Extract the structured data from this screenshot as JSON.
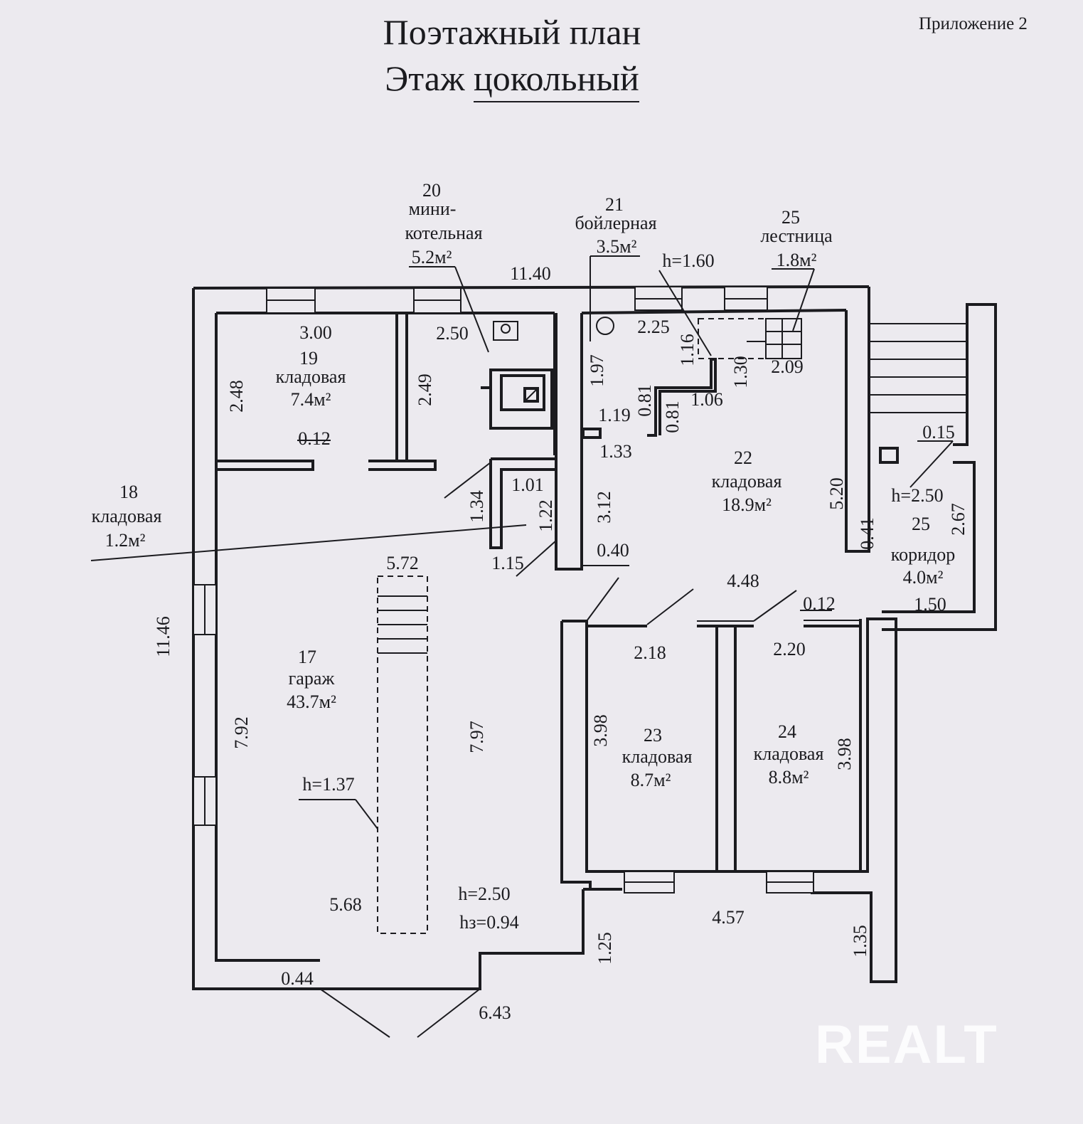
{
  "header": {
    "title_line1": "Поэтажный план",
    "title_line2_prefix": "Этаж ",
    "title_line2_underlined": "цокольный",
    "appendix": "Приложение 2"
  },
  "watermark": "REALT",
  "rooms": [
    {
      "num": "17",
      "name": "гараж",
      "area": "43.7м²"
    },
    {
      "num": "18",
      "name": "кладовая",
      "area": "1.2м²"
    },
    {
      "num": "19",
      "name": "кладовая",
      "area": "7.4м²"
    },
    {
      "num": "20",
      "name_line1": "мини-",
      "name_line2": "котельная",
      "area": "5.2м²"
    },
    {
      "num": "21",
      "name": "бойлерная",
      "area": "3.5м²"
    },
    {
      "num": "22",
      "name": "кладовая",
      "area": "18.9м²"
    },
    {
      "num": "23",
      "name": "кладовая",
      "area": "8.7м²"
    },
    {
      "num": "24",
      "name": "кладовая",
      "area": "8.8м²"
    },
    {
      "num": "25",
      "name": "лестница",
      "area": "1.8м²"
    },
    {
      "num": "25",
      "name": "коридор",
      "area": "4.0м²"
    }
  ],
  "heights": {
    "stairs": "h=1.60",
    "corridor": "h=2.50",
    "pit": "h=1.37",
    "garage": "h=2.50",
    "garage_hz": "hз=0.94"
  },
  "dimensions": {
    "overall_width": "11.40",
    "overall_height": "11.46",
    "r19_width": "3.00",
    "r19_height": "2.48",
    "r19_partition": "0.12",
    "r20_width": "2.50",
    "r20_height": "2.49",
    "r21_height": "1.97",
    "r21_width": "2.25",
    "st_116": "1.16",
    "st_130": "1.30",
    "st_209": "2.09",
    "st_106": "1.06",
    "st_081a": "0.81",
    "st_081b": "0.81",
    "d_119": "1.19",
    "d_133": "1.33",
    "d_101": "1.01",
    "d_134": "1.34",
    "d_122": "1.22",
    "d_115": "1.15",
    "d_312": "3.12",
    "d_040": "0.40",
    "d_448": "4.48",
    "d_520": "5.20",
    "d_041": "0.41",
    "d_015": "0.15",
    "d_267": "2.67",
    "d_150": "1.50",
    "d_012": "0.12",
    "d_218": "2.18",
    "d_220": "2.20",
    "r23_height": "3.98",
    "r24_height": "3.98",
    "pit_length": "5.72",
    "garage_left": "7.92",
    "garage_right": "7.97",
    "pit_bottom": "5.68",
    "d_044": "0.44",
    "d_643": "6.43",
    "d_125": "1.25",
    "d_457": "4.57",
    "d_135": "1.35"
  }
}
